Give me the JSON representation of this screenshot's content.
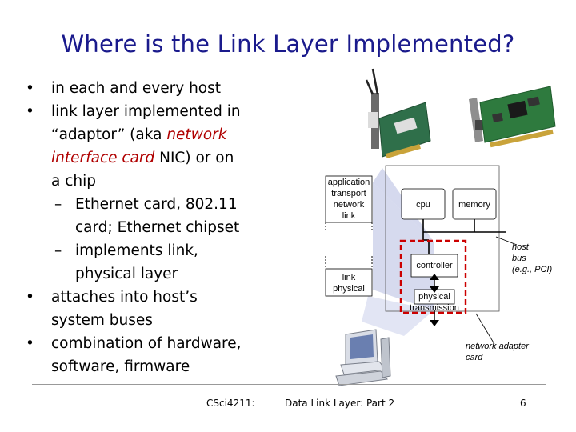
{
  "slide": {
    "title": "Where is the Link Layer Implemented?"
  },
  "bullets": {
    "item1": "in each and every host",
    "item2_line1": "link layer implemented in",
    "item2_line2_a": "“adaptor” (aka ",
    "item2_line2_em": "network",
    "item2_line3_em": "interface card",
    "item2_line3_b": " NIC) or on",
    "item2_line4": "a chip",
    "sub1_line1": "Ethernet card, 802.11",
    "sub1_line2": "card; Ethernet chipset",
    "sub2_line1": "implements link,",
    "sub2_line2": "physical layer",
    "item3_line1": "attaches into host’s",
    "item3_line2": "system buses",
    "item4_line1": "combination of hardware,",
    "item4_line2": "software, firmware",
    "bullet_symbol": "•",
    "dash_symbol": "–"
  },
  "diagram": {
    "stack_upper": [
      "application",
      "transport",
      "network",
      "link"
    ],
    "stack_lower": [
      "link",
      "physical"
    ],
    "cpu": "cpu",
    "memory": "memory",
    "controller": "controller",
    "physical_transmission_line1": "physical",
    "physical_transmission_line2": "transmission",
    "host_bus": [
      "host",
      "bus",
      "(e.g., PCI)"
    ],
    "adapter_label_line1": "network adapter",
    "adapter_label_line2": "card",
    "colors": {
      "title": "#1a1a8c",
      "emphasis": "#b00000",
      "adapter_dashed": "#cc0000",
      "bus": "#3a7a3a",
      "fan": "#c8cde8"
    },
    "icons": [
      "wireless-pci-card-icon",
      "ethernet-pci-card-icon",
      "computer-icon"
    ]
  },
  "footer": {
    "course": "CSci4211:",
    "topic": "Data Link Layer: Part 2",
    "page": "6"
  }
}
